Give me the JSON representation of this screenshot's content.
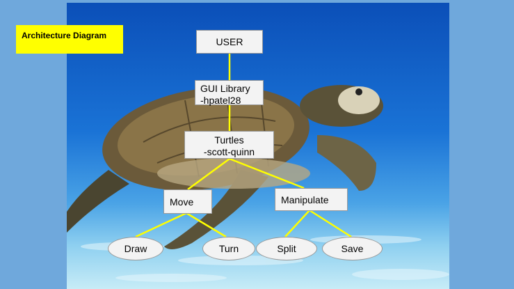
{
  "title": "Architecture Diagram",
  "nodes": {
    "user": {
      "label": "USER"
    },
    "gui": {
      "line1": "GUI Library",
      "line2": "-hpatel28"
    },
    "turtles": {
      "line1": "Turtles",
      "line2": "-scott-quinn"
    },
    "move": {
      "label": "Move"
    },
    "manipulate": {
      "label": "Manipulate"
    },
    "draw": {
      "label": "Draw"
    },
    "turn": {
      "label": "Turn"
    },
    "split": {
      "label": "Split"
    },
    "save": {
      "label": "Save"
    }
  },
  "colors": {
    "page_background": "#6fa8dc",
    "title_fill": "#ffff00",
    "connector": "#ffff00",
    "node_fill": "#f3f3f3"
  },
  "background_image": "sea-turtle-underwater"
}
